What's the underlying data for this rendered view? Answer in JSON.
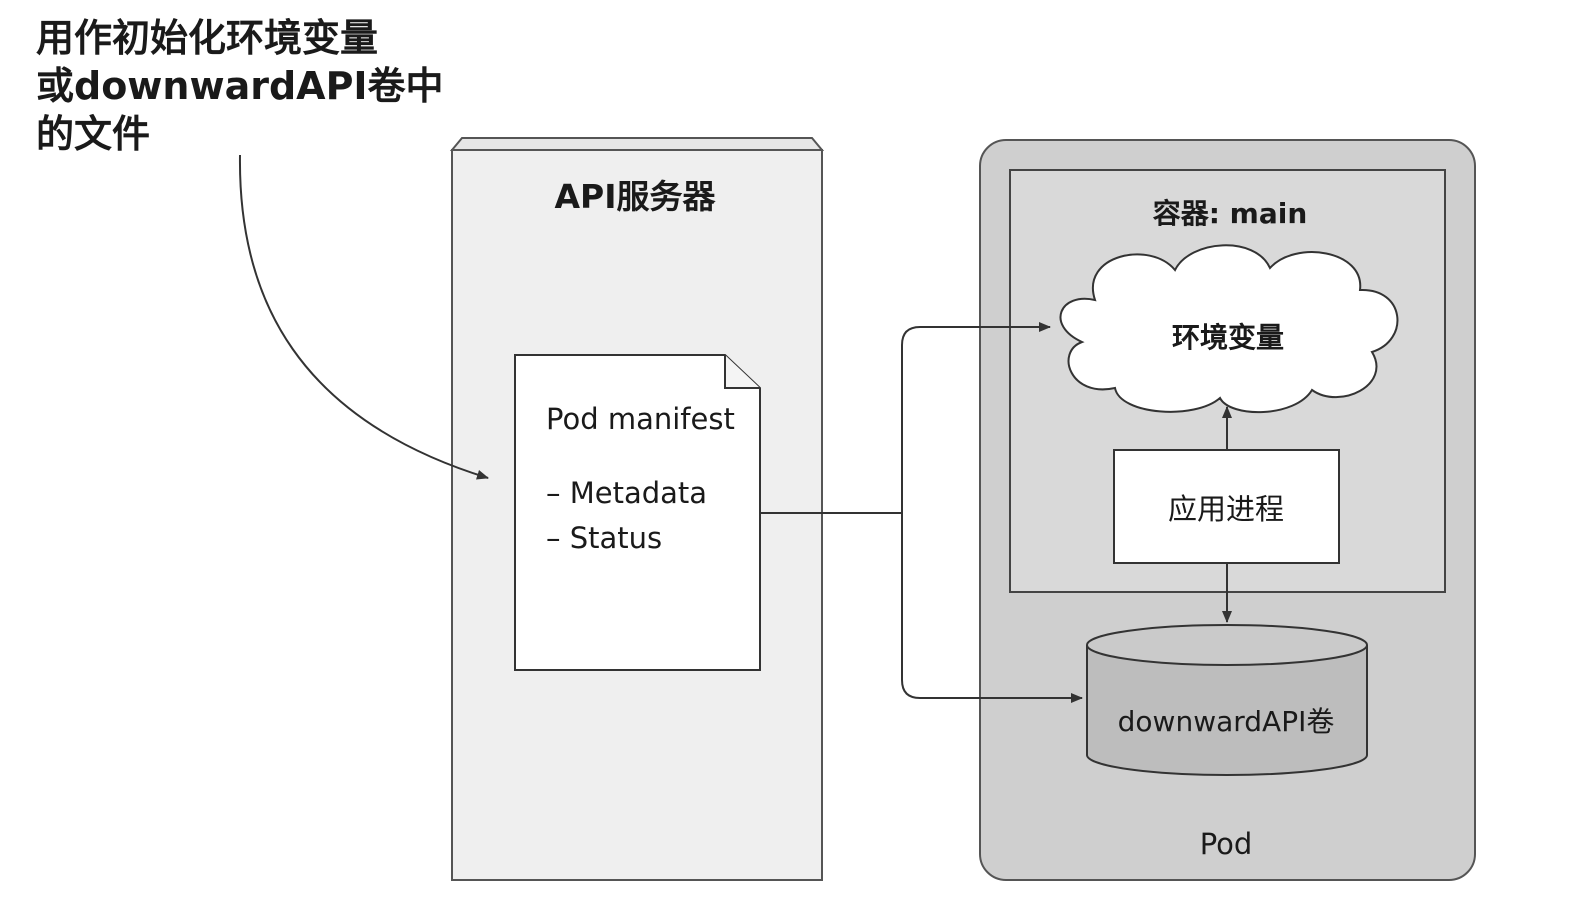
{
  "annotation": {
    "lines": [
      "用作初始化环境变量",
      "或downwardAPI卷中",
      "的文件"
    ]
  },
  "api_server": {
    "title": "API服务器",
    "manifest": {
      "title": "Pod manifest",
      "items": [
        "– Metadata",
        "– Status"
      ]
    }
  },
  "pod": {
    "label": "Pod",
    "container": {
      "title": "容器: main",
      "env_cloud": "环境变量",
      "app_process": "应用进程"
    },
    "volume": "downwardAPI卷"
  }
}
